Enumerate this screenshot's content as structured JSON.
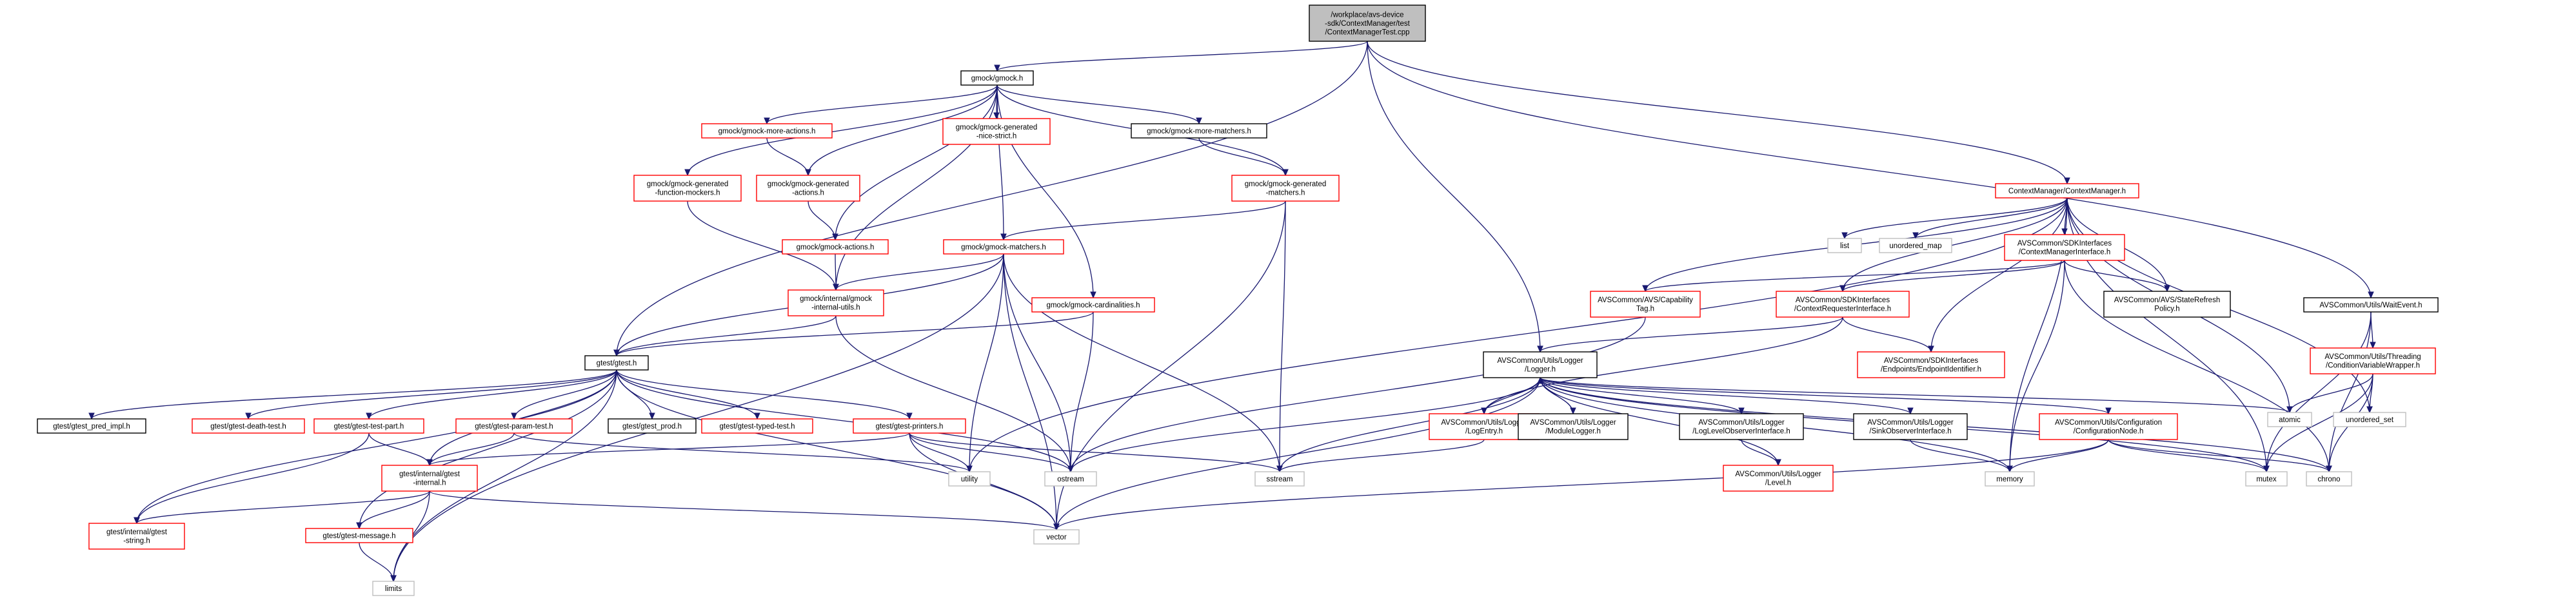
{
  "graph": {
    "title": "",
    "colors": {
      "edge": "#191970",
      "root_fill": "#bfbfbf",
      "root_border": "#000000",
      "linked_border": "#ff0000",
      "plain_border": "#000000",
      "unlinked_border": "#bfbfbf",
      "background": "#ffffff"
    },
    "nodes": [
      {
        "id": "root",
        "kind": "root",
        "lines": [
          "/workplace/avs-device",
          "-sdk/ContextManager/test",
          "/ContextManagerTest.cpp"
        ]
      },
      {
        "id": "gmock",
        "kind": "plain",
        "lines": [
          "gmock/gmock.h"
        ]
      },
      {
        "id": "gtest",
        "kind": "plain",
        "lines": [
          "gtest/gtest.h"
        ]
      },
      {
        "id": "ctxmgr",
        "kind": "red",
        "lines": [
          "ContextManager/ContextManager.h"
        ]
      },
      {
        "id": "waitevent",
        "kind": "plain",
        "lines": [
          "AVSCommon/Utils/WaitEvent.h"
        ]
      },
      {
        "id": "logger",
        "kind": "plain",
        "lines": [
          "AVSCommon/Utils/Logger",
          "/Logger.h"
        ]
      },
      {
        "id": "moreactions",
        "kind": "red",
        "lines": [
          "gmock/gmock-more-actions.h"
        ]
      },
      {
        "id": "gennicestrict",
        "kind": "red",
        "lines": [
          "gmock/gmock-generated",
          "-nice-strict.h"
        ]
      },
      {
        "id": "morematchers",
        "kind": "plain",
        "lines": [
          "gmock/gmock-more-matchers.h"
        ]
      },
      {
        "id": "genfunc",
        "kind": "red",
        "lines": [
          "gmock/gmock-generated",
          "-function-mockers.h"
        ]
      },
      {
        "id": "genactions",
        "kind": "red",
        "lines": [
          "gmock/gmock-generated",
          "-actions.h"
        ]
      },
      {
        "id": "genmatchers",
        "kind": "red",
        "lines": [
          "gmock/gmock-generated",
          "-matchers.h"
        ]
      },
      {
        "id": "actions",
        "kind": "red",
        "lines": [
          "gmock/gmock-actions.h"
        ]
      },
      {
        "id": "matchers",
        "kind": "red",
        "lines": [
          "gmock/gmock-matchers.h"
        ]
      },
      {
        "id": "gmockinternal",
        "kind": "red",
        "lines": [
          "gmock/internal/gmock",
          "-internal-utils.h"
        ]
      },
      {
        "id": "cardinalities",
        "kind": "red",
        "lines": [
          "gmock/gmock-cardinalities.h"
        ]
      },
      {
        "id": "predimpl",
        "kind": "plain",
        "lines": [
          "gtest/gtest_pred_impl.h"
        ]
      },
      {
        "id": "deathtest",
        "kind": "red",
        "lines": [
          "gtest/gtest-death-test.h"
        ]
      },
      {
        "id": "testpart",
        "kind": "red",
        "lines": [
          "gtest/gtest-test-part.h"
        ]
      },
      {
        "id": "paramtest",
        "kind": "red",
        "lines": [
          "gtest/gtest-param-test.h"
        ]
      },
      {
        "id": "prod",
        "kind": "plain",
        "lines": [
          "gtest/gtest_prod.h"
        ]
      },
      {
        "id": "typedtest",
        "kind": "red",
        "lines": [
          "gtest/gtest-typed-test.h"
        ]
      },
      {
        "id": "printers",
        "kind": "red",
        "lines": [
          "gtest/gtest-printers.h"
        ]
      },
      {
        "id": "gtestinternal",
        "kind": "red",
        "lines": [
          "gtest/internal/gtest",
          "-internal.h"
        ]
      },
      {
        "id": "gteststring",
        "kind": "red",
        "lines": [
          "gtest/internal/gtest",
          "-string.h"
        ]
      },
      {
        "id": "message",
        "kind": "red",
        "lines": [
          "gtest/gtest-message.h"
        ]
      },
      {
        "id": "limits",
        "kind": "gray",
        "lines": [
          "limits"
        ]
      },
      {
        "id": "vector",
        "kind": "gray",
        "lines": [
          "vector"
        ]
      },
      {
        "id": "utility",
        "kind": "gray",
        "lines": [
          "utility"
        ]
      },
      {
        "id": "ostream",
        "kind": "gray",
        "lines": [
          "ostream"
        ]
      },
      {
        "id": "sstream",
        "kind": "gray",
        "lines": [
          "sstream"
        ]
      },
      {
        "id": "list",
        "kind": "gray",
        "lines": [
          "list"
        ]
      },
      {
        "id": "unordered_map",
        "kind": "gray",
        "lines": [
          "unordered_map"
        ]
      },
      {
        "id": "ctxmgriface",
        "kind": "red",
        "lines": [
          "AVSCommon/SDKInterfaces",
          "/ContextManagerInterface.h"
        ]
      },
      {
        "id": "captag",
        "kind": "red",
        "lines": [
          "AVSCommon/AVS/Capability",
          "Tag.h"
        ]
      },
      {
        "id": "ctxreq",
        "kind": "red",
        "lines": [
          "AVSCommon/SDKInterfaces",
          "/ContextRequesterInterface.h"
        ]
      },
      {
        "id": "staterefresh",
        "kind": "plain",
        "lines": [
          "AVSCommon/AVS/StateRefresh",
          "Policy.h"
        ]
      },
      {
        "id": "endpointid",
        "kind": "red",
        "lines": [
          "AVSCommon/SDKInterfaces",
          "/Endpoints/EndpointIdentifier.h"
        ]
      },
      {
        "id": "logentry",
        "kind": "red",
        "lines": [
          "AVSCommon/Utils/Logger",
          "/LogEntry.h"
        ]
      },
      {
        "id": "modulelogger",
        "kind": "plain",
        "lines": [
          "AVSCommon/Utils/Logger",
          "/ModuleLogger.h"
        ]
      },
      {
        "id": "logobserver",
        "kind": "plain",
        "lines": [
          "AVSCommon/Utils/Logger",
          "/LogLevelObserverInterface.h"
        ]
      },
      {
        "id": "level",
        "kind": "red",
        "lines": [
          "AVSCommon/Utils/Logger",
          "/Level.h"
        ]
      },
      {
        "id": "sinkobserver",
        "kind": "plain",
        "lines": [
          "AVSCommon/Utils/Logger",
          "/SinkObserverInterface.h"
        ]
      },
      {
        "id": "confignode",
        "kind": "red",
        "lines": [
          "AVSCommon/Utils/Configuration",
          "/ConfigurationNode.h"
        ]
      },
      {
        "id": "memory",
        "kind": "gray",
        "lines": [
          "memory"
        ]
      },
      {
        "id": "mutex",
        "kind": "gray",
        "lines": [
          "mutex"
        ]
      },
      {
        "id": "chrono",
        "kind": "gray",
        "lines": [
          "chrono"
        ]
      },
      {
        "id": "atomic",
        "kind": "gray",
        "lines": [
          "atomic"
        ]
      },
      {
        "id": "unordered_set",
        "kind": "gray",
        "lines": [
          "unordered_set"
        ]
      },
      {
        "id": "condvar",
        "kind": "red",
        "lines": [
          "AVSCommon/Utils/Threading",
          "/ConditionVariableWrapper.h"
        ]
      }
    ],
    "edges": [
      [
        "root",
        "gmock"
      ],
      [
        "root",
        "gtest"
      ],
      [
        "root",
        "ctxmgr"
      ],
      [
        "root",
        "waitevent"
      ],
      [
        "root",
        "logger"
      ],
      [
        "gmock",
        "moreactions"
      ],
      [
        "gmock",
        "gennicestrict"
      ],
      [
        "gmock",
        "morematchers"
      ],
      [
        "gmock",
        "genfunc"
      ],
      [
        "gmock",
        "genactions"
      ],
      [
        "gmock",
        "genmatchers"
      ],
      [
        "gmock",
        "actions"
      ],
      [
        "gmock",
        "matchers"
      ],
      [
        "gmock",
        "gmockinternal"
      ],
      [
        "gmock",
        "cardinalities"
      ],
      [
        "moreactions",
        "genactions"
      ],
      [
        "genactions",
        "actions"
      ],
      [
        "actions",
        "gmockinternal"
      ],
      [
        "genfunc",
        "gmockinternal"
      ],
      [
        "morematchers",
        "genmatchers"
      ],
      [
        "genmatchers",
        "matchers"
      ],
      [
        "genmatchers",
        "sstream"
      ],
      [
        "genmatchers",
        "vector"
      ],
      [
        "matchers",
        "gmockinternal"
      ],
      [
        "matchers",
        "gtest"
      ],
      [
        "matchers",
        "limits"
      ],
      [
        "matchers",
        "utility"
      ],
      [
        "matchers",
        "ostream"
      ],
      [
        "matchers",
        "sstream"
      ],
      [
        "matchers",
        "vector"
      ],
      [
        "gmockinternal",
        "gtest"
      ],
      [
        "gmockinternal",
        "ostream"
      ],
      [
        "cardinalities",
        "gtest"
      ],
      [
        "cardinalities",
        "ostream"
      ],
      [
        "gtest",
        "predimpl"
      ],
      [
        "gtest",
        "deathtest"
      ],
      [
        "gtest",
        "testpart"
      ],
      [
        "gtest",
        "paramtest"
      ],
      [
        "gtest",
        "prod"
      ],
      [
        "gtest",
        "typedtest"
      ],
      [
        "gtest",
        "printers"
      ],
      [
        "gtest",
        "gtestinternal"
      ],
      [
        "gtest",
        "gteststring"
      ],
      [
        "gtest",
        "message"
      ],
      [
        "gtest",
        "limits"
      ],
      [
        "gtest",
        "vector"
      ],
      [
        "gtest",
        "ostream"
      ],
      [
        "testpart",
        "gtestinternal"
      ],
      [
        "testpart",
        "gteststring"
      ],
      [
        "paramtest",
        "gtestinternal"
      ],
      [
        "paramtest",
        "utility"
      ],
      [
        "printers",
        "gtestinternal"
      ],
      [
        "printers",
        "utility"
      ],
      [
        "printers",
        "ostream"
      ],
      [
        "printers",
        "sstream"
      ],
      [
        "printers",
        "vector"
      ],
      [
        "gtestinternal",
        "gteststring"
      ],
      [
        "gtestinternal",
        "message"
      ],
      [
        "gtestinternal",
        "limits"
      ],
      [
        "gtestinternal",
        "vector"
      ],
      [
        "message",
        "limits"
      ],
      [
        "ctxmgr",
        "ctxmgriface"
      ],
      [
        "ctxmgr",
        "captag"
      ],
      [
        "ctxmgr",
        "ctxreq"
      ],
      [
        "ctxmgr",
        "staterefresh"
      ],
      [
        "ctxmgr",
        "endpointid"
      ],
      [
        "ctxmgr",
        "list"
      ],
      [
        "ctxmgr",
        "unordered_map"
      ],
      [
        "ctxmgr",
        "memory"
      ],
      [
        "ctxmgr",
        "mutex"
      ],
      [
        "ctxmgr",
        "atomic"
      ],
      [
        "ctxmgr",
        "unordered_set"
      ],
      [
        "ctxmgr",
        "utility"
      ],
      [
        "ctxmgriface",
        "captag"
      ],
      [
        "ctxmgriface",
        "ctxreq"
      ],
      [
        "ctxmgriface",
        "staterefresh"
      ],
      [
        "ctxmgriface",
        "memory"
      ],
      [
        "ctxmgriface",
        "chrono"
      ],
      [
        "captag",
        "ostream"
      ],
      [
        "ctxreq",
        "logger"
      ],
      [
        "ctxreq",
        "endpointid"
      ],
      [
        "ctxreq",
        "logentry"
      ],
      [
        "logger",
        "logentry"
      ],
      [
        "logger",
        "modulelogger"
      ],
      [
        "logger",
        "logobserver"
      ],
      [
        "logger",
        "level"
      ],
      [
        "logger",
        "sinkobserver"
      ],
      [
        "logger",
        "confignode"
      ],
      [
        "logger",
        "sstream"
      ],
      [
        "logger",
        "vector"
      ],
      [
        "logger",
        "ostream"
      ],
      [
        "logger",
        "atomic"
      ],
      [
        "logger",
        "mutex"
      ],
      [
        "logger",
        "chrono"
      ],
      [
        "logger",
        "memory"
      ],
      [
        "logentry",
        "sstream"
      ],
      [
        "modulelogger",
        "logger"
      ],
      [
        "logobserver",
        "level"
      ],
      [
        "sinkobserver",
        "memory"
      ],
      [
        "confignode",
        "memory"
      ],
      [
        "confignode",
        "mutex"
      ],
      [
        "confignode",
        "vector"
      ],
      [
        "confignode",
        "chrono"
      ],
      [
        "waitevent",
        "condvar"
      ],
      [
        "waitevent",
        "mutex"
      ],
      [
        "waitevent",
        "chrono"
      ],
      [
        "condvar",
        "atomic"
      ],
      [
        "condvar",
        "unordered_set"
      ],
      [
        "condvar",
        "chrono"
      ],
      [
        "condvar",
        "mutex"
      ]
    ]
  }
}
